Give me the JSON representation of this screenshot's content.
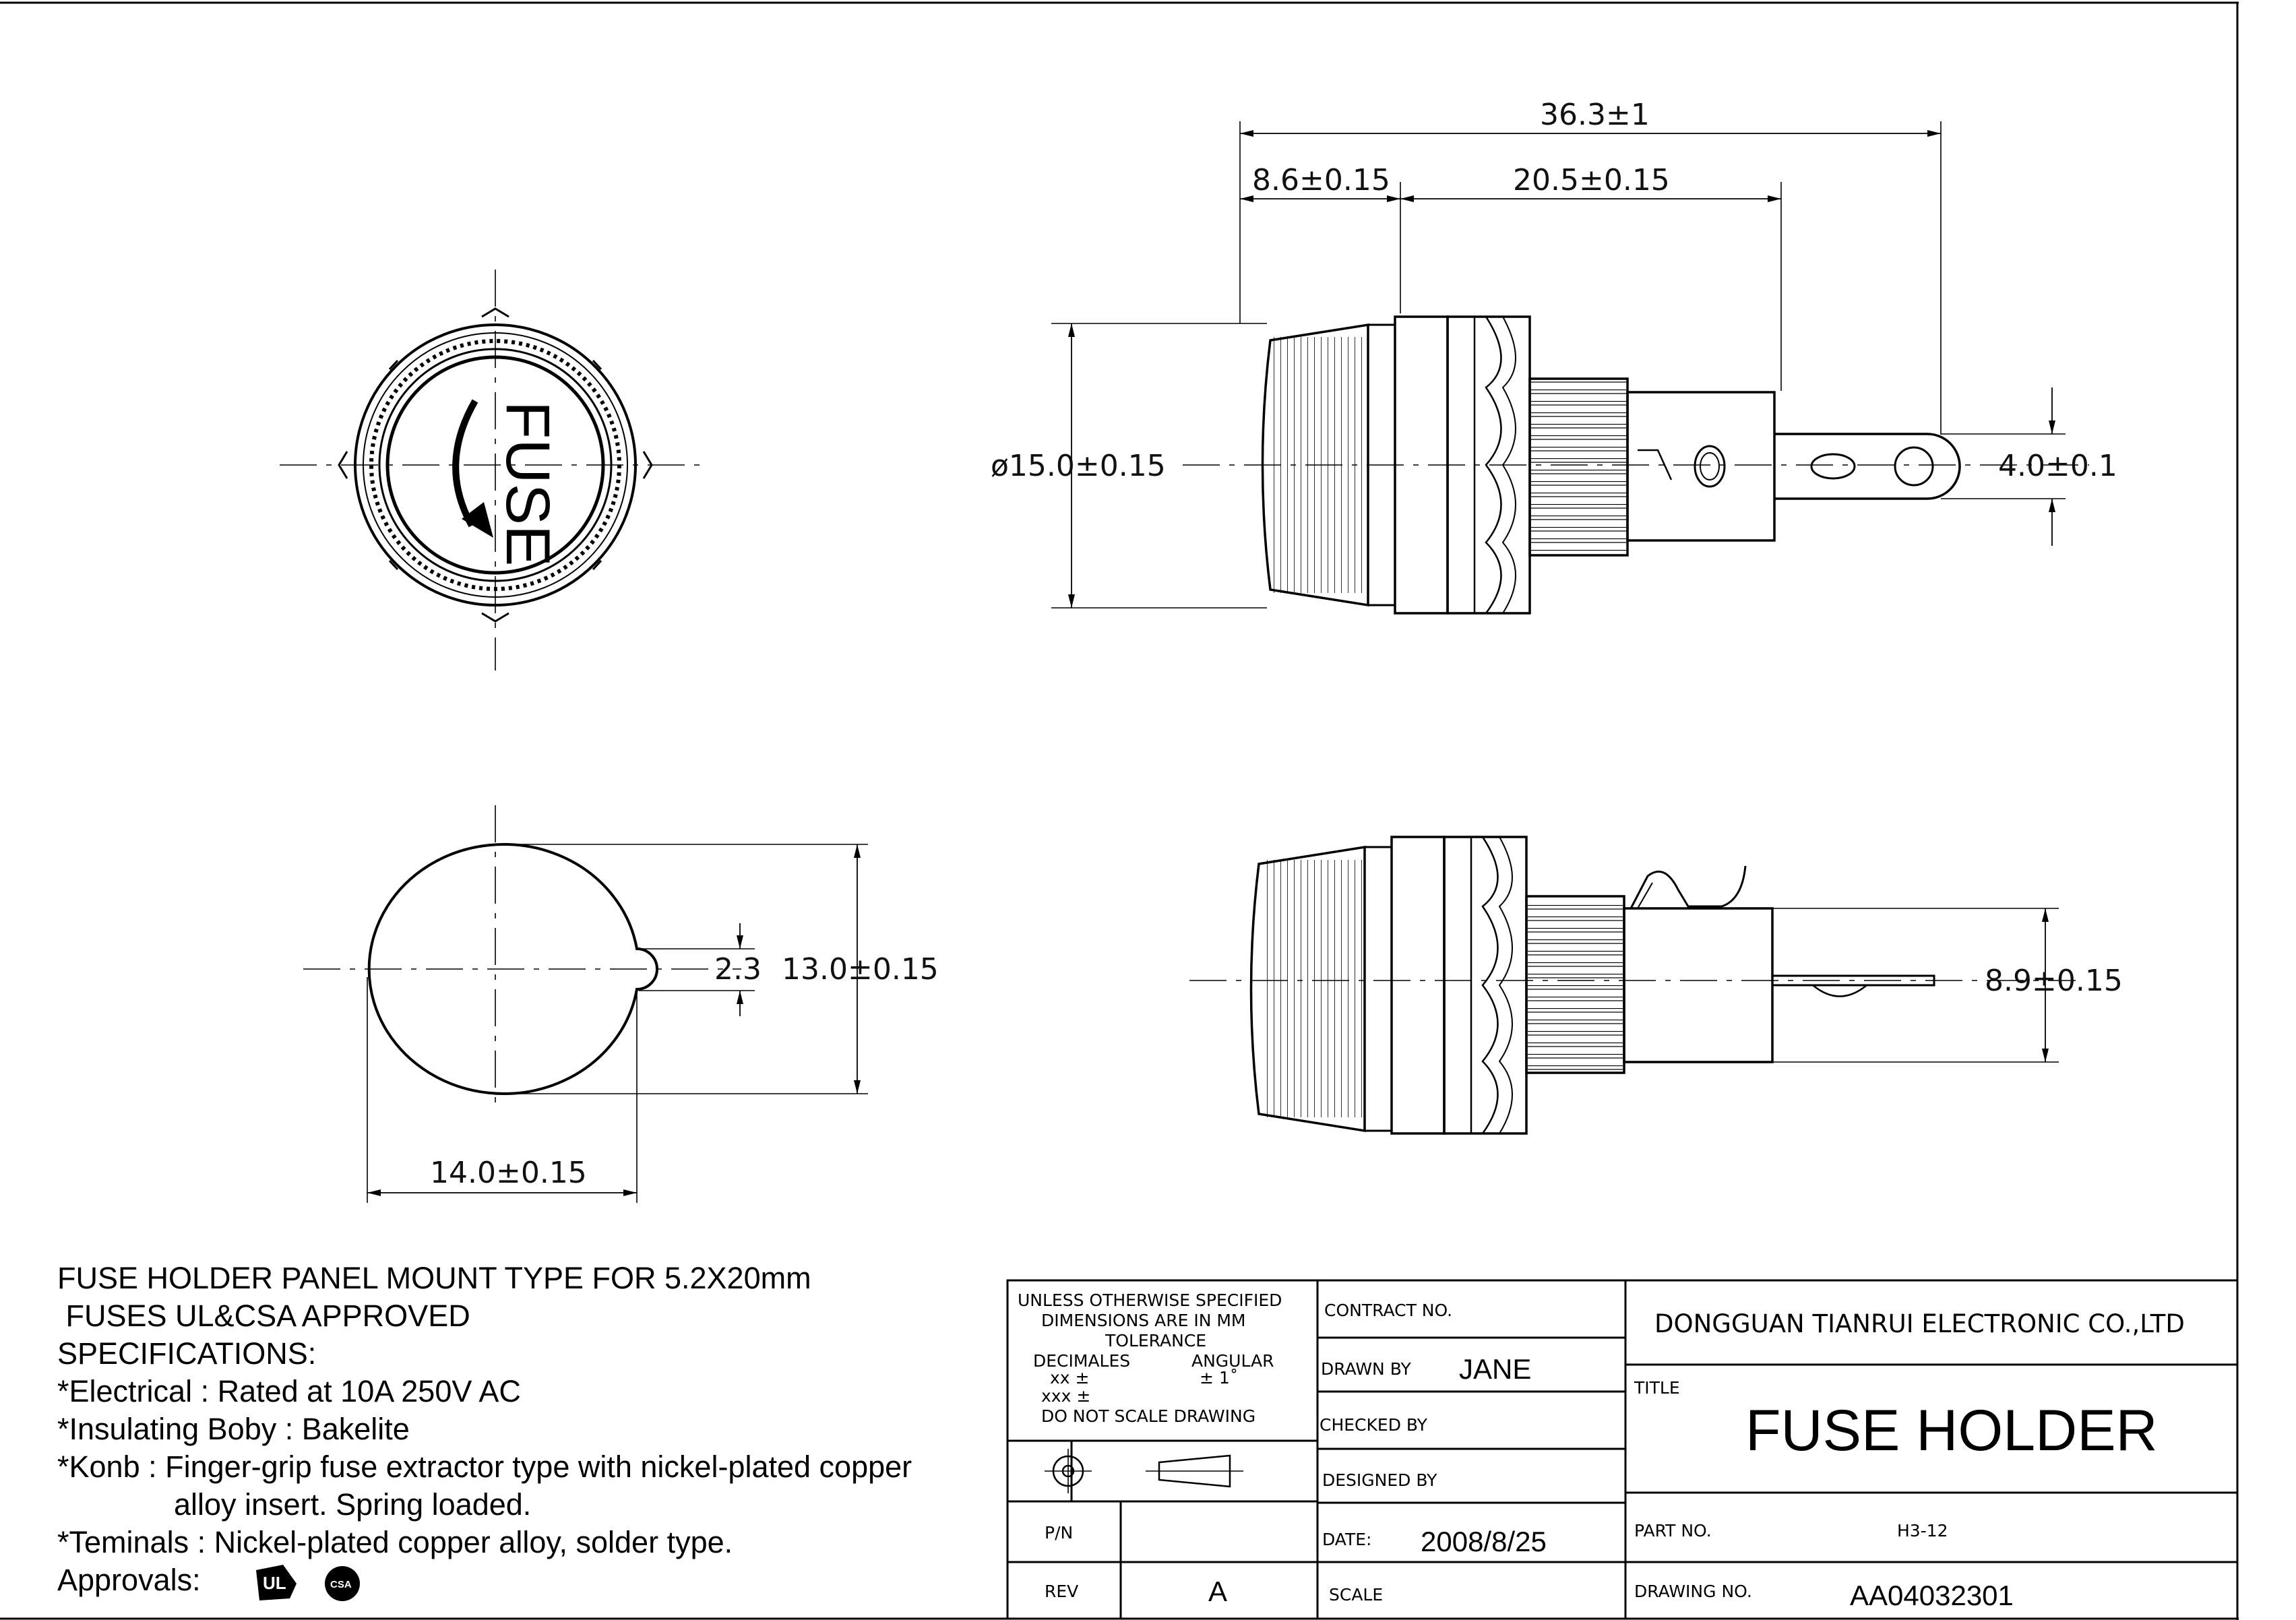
{
  "dimensions": {
    "overall_length": "36.3±1",
    "cap_length": "8.6±0.15",
    "body_length": "20.5±0.15",
    "diameter": "ø15.0±0.15",
    "terminal_width": "4.0±0.1",
    "key_width": "2.3",
    "panel_cut_height": "13.0±0.15",
    "panel_cut_width": "14.0±0.15",
    "terminal_height": "8.9±0.15"
  },
  "cap_label": "FUSE",
  "specs": {
    "line1": "FUSE HOLDER PANEL MOUNT TYPE FOR 5.2X20mm",
    "line2": " FUSES UL&CSA APPROVED",
    "line3": "SPECIFICATIONS:",
    "line4": "*Electrical : Rated at 10A 250V AC",
    "line5": "*Insulating Boby : Bakelite",
    "line6": "*Konb : Finger-grip fuse extractor type with nickel-plated copper",
    "line7": "alloy insert. Spring loaded.",
    "line8": "*Teminals : Nickel-plated copper alloy, solder type.",
    "approvals_label": "Approvals:",
    "ul_mark": "UL",
    "csa_mark": "CSA"
  },
  "title_block": {
    "tolerance_line1": "UNLESS OTHERWISE SPECIFIED",
    "tolerance_line2": "DIMENSIONS ARE IN MM",
    "tolerance_line3": "TOLERANCE",
    "decimales": "DECIMALES",
    "angular": "ANGULAR",
    "xx": "xx ±",
    "xxx": "xxx ±",
    "angle_value": "± 1˚",
    "do_not_scale": "DO NOT SCALE DRAWING",
    "pn_label": "P/N",
    "rev_label": "REV",
    "rev_value": "A",
    "contract_label": "CONTRACT NO.",
    "drawn_by_label": "DRAWN BY",
    "drawn_by_value": "JANE",
    "checked_by_label": "CHECKED BY",
    "designed_by_label": "DESIGNED BY",
    "date_label": "DATE:",
    "date_value": "2008/8/25",
    "scale_label": "SCALE",
    "company": "DONGGUAN TIANRUI ELECTRONIC CO.,LTD",
    "title_label": "TITLE",
    "title_value": "FUSE HOLDER",
    "part_no_label": "PART NO.",
    "part_no_value": "H3-12",
    "drawing_no_label": "DRAWING NO.",
    "drawing_no_value": "AA04032301"
  }
}
